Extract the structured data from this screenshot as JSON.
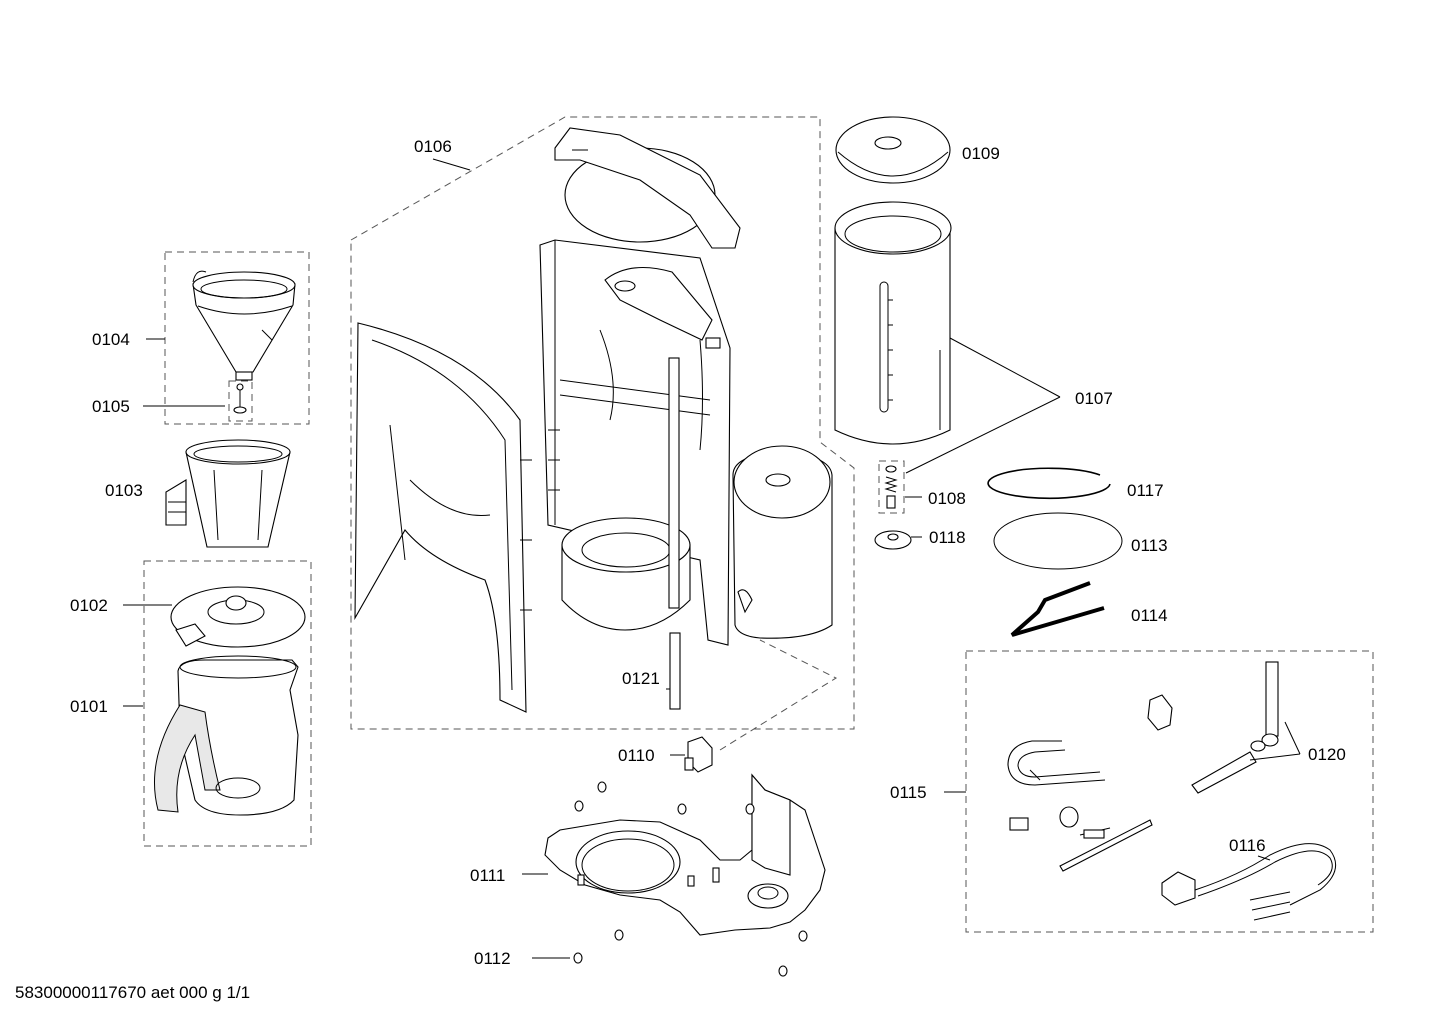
{
  "document_id": "58300000117670 aet 000 g 1/1",
  "part_labels": {
    "p0101": "0101",
    "p0102": "0102",
    "p0103": "0103",
    "p0104": "0104",
    "p0105": "0105",
    "p0106": "0106",
    "p0107": "0107",
    "p0108": "0108",
    "p0109": "0109",
    "p0110": "0110",
    "p0111": "0111",
    "p0112": "0112",
    "p0113": "0113",
    "p0114": "0114",
    "p0115": "0115",
    "p0116": "0116",
    "p0117": "0117",
    "p0118": "0118",
    "p0120": "0120",
    "p0121": "0121"
  }
}
